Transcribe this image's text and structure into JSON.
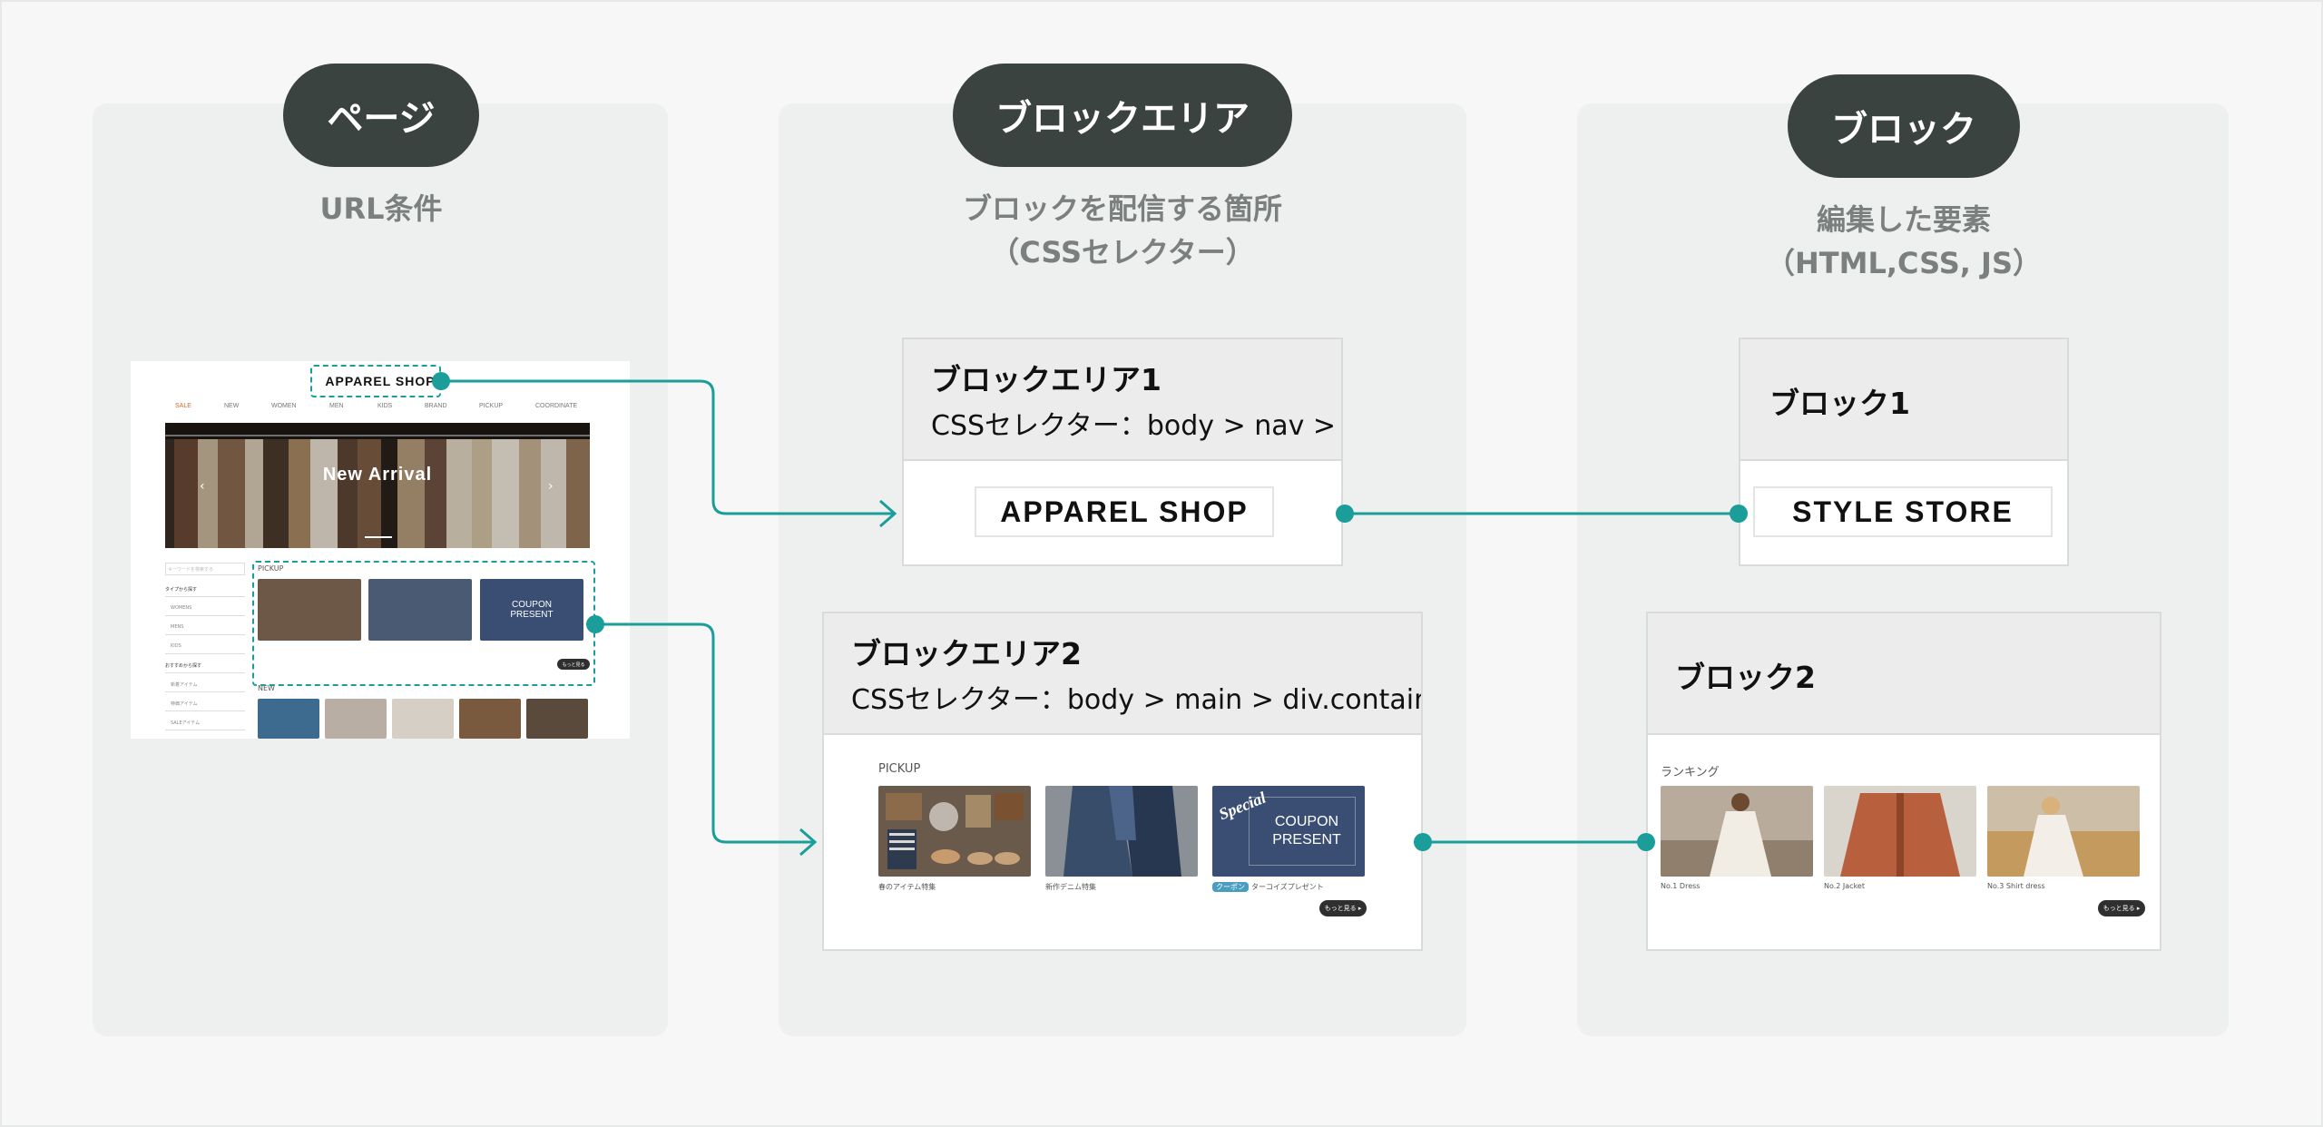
{
  "columns": [
    {
      "pill": "ページ",
      "subtitle": [
        "URL条件"
      ]
    },
    {
      "pill": "ブロックエリア",
      "subtitle": [
        "ブロックを配信する箇所",
        "（CSSセレクター）"
      ]
    },
    {
      "pill": "ブロック",
      "subtitle": [
        "編集した要素",
        "（HTML,CSS, JS）"
      ]
    }
  ],
  "mock_page": {
    "logo": "APPAREL SHOP",
    "nav": [
      "SALE",
      "NEW",
      "WOMEN",
      "MEN",
      "KIDS",
      "BRAND",
      "PICKUP",
      "COORDINATE"
    ],
    "hero_title": "New Arrival",
    "sidebar": [
      "キーワードを検索する",
      "タイプから探す",
      "WOMENS",
      "MENS",
      "KIDS",
      "おすすめから探す",
      "新着アイテム",
      "特価アイテム",
      "SALEアイテム"
    ],
    "pickup_label": "PICKUP",
    "new_label": "NEW",
    "more": "もっと見る"
  },
  "area1": {
    "title": "ブロックエリア1",
    "selector": "CSSセレクター：body > nav > a",
    "content": "APPAREL SHOP"
  },
  "area2": {
    "title": "ブロックエリア2",
    "selector": "CSSセレクター：body > main > div.container",
    "section": "PICKUP",
    "captions": [
      "春のアイテム特集",
      "新作デニム特集",
      "ターコイズプレゼント"
    ],
    "badge": "クーポン",
    "coupon": [
      "COUPON",
      "PRESENT"
    ],
    "special": "Special",
    "more": "もっと見る ▸"
  },
  "block1": {
    "title": "ブロック1",
    "content": "STYLE STORE"
  },
  "block2": {
    "title": "ブロック2",
    "section": "ランキング",
    "captions": [
      "No.1 Dress",
      "No.2 Jacket",
      "No.3 Shirt dress"
    ],
    "more": "もっと見る ▸"
  },
  "colors": {
    "accent": "#1b9e9a",
    "pill": "#3b4341",
    "sale": "#d9692f",
    "coupon": "#3a4d72"
  }
}
